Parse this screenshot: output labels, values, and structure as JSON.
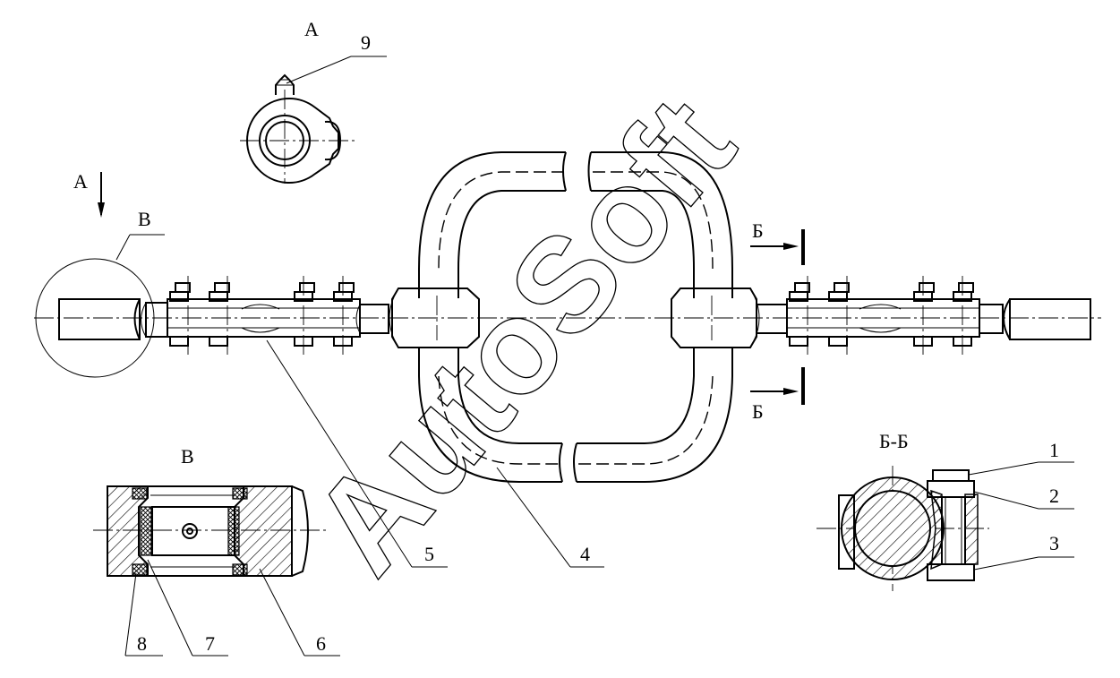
{
  "watermark": "AutoSoft",
  "views": {
    "view_a": "А",
    "view_v": "В",
    "view_v_title": "В",
    "section_b_left_top": "Б",
    "section_b_left_bottom": "Б",
    "section_bb": "Б-Б"
  },
  "callouts": [
    "1",
    "2",
    "3",
    "4",
    "5",
    "6",
    "7",
    "8",
    "9"
  ],
  "colors": {
    "line": "#000000",
    "paper": "#ffffff",
    "watermark": "#000000"
  }
}
